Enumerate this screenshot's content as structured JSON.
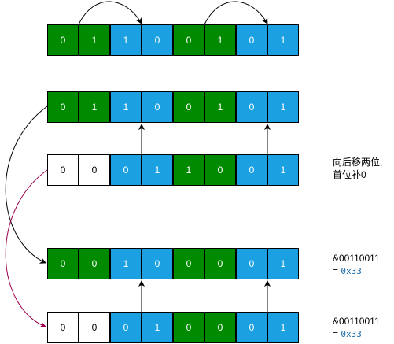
{
  "rows": [
    {
      "cells": [
        {
          "v": "0",
          "c": "g"
        },
        {
          "v": "1",
          "c": "g"
        },
        {
          "v": "1",
          "c": "b"
        },
        {
          "v": "0",
          "c": "b"
        },
        {
          "v": "0",
          "c": "g"
        },
        {
          "v": "1",
          "c": "g"
        },
        {
          "v": "0",
          "c": "b"
        },
        {
          "v": "1",
          "c": "b"
        }
      ]
    },
    {
      "cells": [
        {
          "v": "0",
          "c": "g"
        },
        {
          "v": "1",
          "c": "g"
        },
        {
          "v": "1",
          "c": "b"
        },
        {
          "v": "0",
          "c": "b"
        },
        {
          "v": "0",
          "c": "g"
        },
        {
          "v": "1",
          "c": "g"
        },
        {
          "v": "0",
          "c": "b"
        },
        {
          "v": "1",
          "c": "b"
        }
      ]
    },
    {
      "cells": [
        {
          "v": "0",
          "c": "w"
        },
        {
          "v": "0",
          "c": "w"
        },
        {
          "v": "0",
          "c": "b"
        },
        {
          "v": "1",
          "c": "b"
        },
        {
          "v": "1",
          "c": "g"
        },
        {
          "v": "0",
          "c": "g"
        },
        {
          "v": "0",
          "c": "b"
        },
        {
          "v": "1",
          "c": "b"
        }
      ]
    },
    {
      "cells": [
        {
          "v": "0",
          "c": "g"
        },
        {
          "v": "0",
          "c": "g"
        },
        {
          "v": "1",
          "c": "b"
        },
        {
          "v": "0",
          "c": "b"
        },
        {
          "v": "0",
          "c": "g"
        },
        {
          "v": "0",
          "c": "g"
        },
        {
          "v": "0",
          "c": "b"
        },
        {
          "v": "1",
          "c": "b"
        }
      ]
    },
    {
      "cells": [
        {
          "v": "0",
          "c": "w"
        },
        {
          "v": "0",
          "c": "w"
        },
        {
          "v": "0",
          "c": "b"
        },
        {
          "v": "1",
          "c": "b"
        },
        {
          "v": "0",
          "c": "g"
        },
        {
          "v": "0",
          "c": "g"
        },
        {
          "v": "0",
          "c": "b"
        },
        {
          "v": "1",
          "c": "b"
        }
      ]
    }
  ],
  "notes": {
    "shift": {
      "line1": "向后移两位,",
      "line2": "首位补0"
    },
    "mask1": {
      "line1": "&00110011",
      "line2_prefix": "= ",
      "line2_code": "0x33"
    },
    "mask2": {
      "line1": "&00110011",
      "line2_prefix": "= ",
      "line2_code": "0x33"
    }
  },
  "colors": {
    "green": "#008a00",
    "blue": "#1ba1e2",
    "white": "#ffffff",
    "curve_red": "#99004d",
    "arrow": "#000000"
  }
}
